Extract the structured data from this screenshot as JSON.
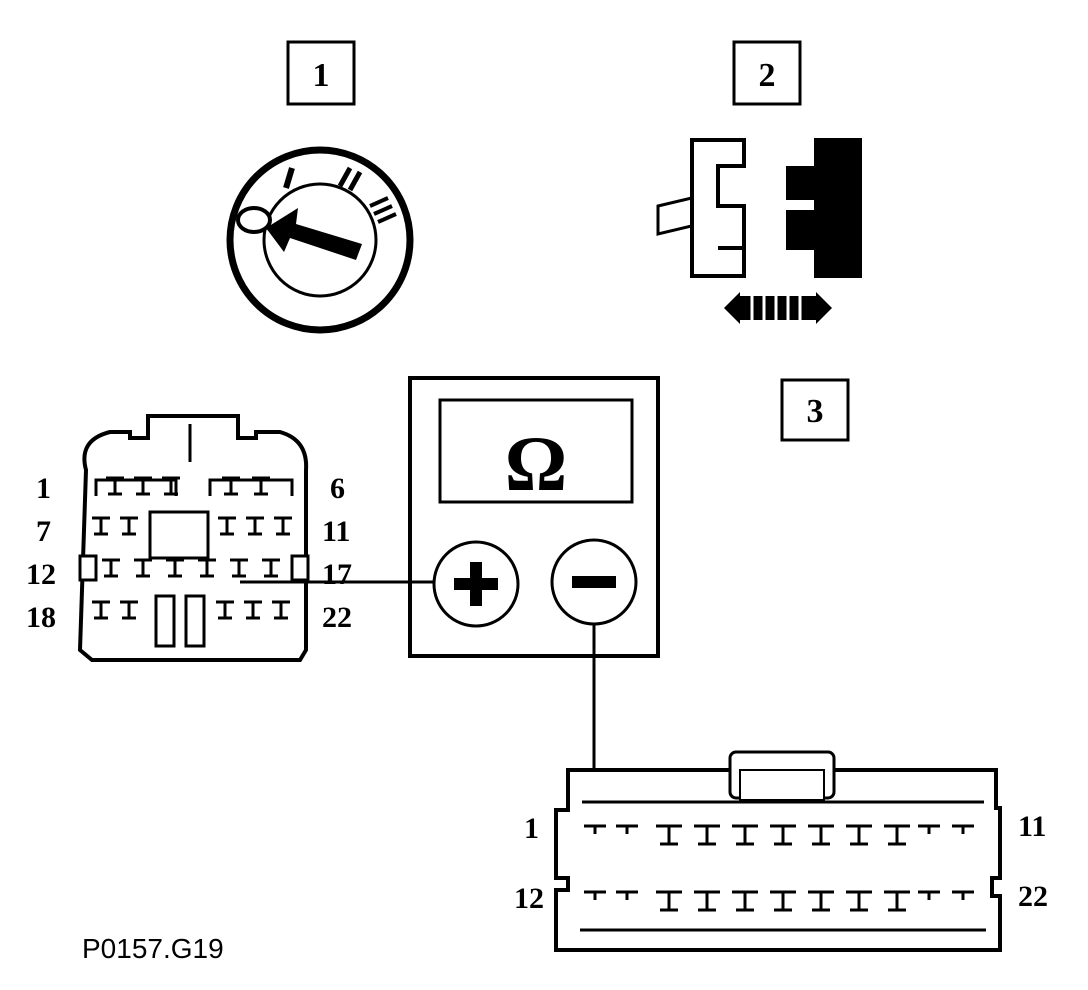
{
  "steps": {
    "step1": "1",
    "step2": "2",
    "step3": "3"
  },
  "meter": {
    "symbol": "Ω",
    "plus": "+",
    "minus": "−"
  },
  "connector_a": {
    "pin_1": "1",
    "pin_6": "6",
    "pin_7": "7",
    "pin_11": "11",
    "pin_12": "12",
    "pin_17": "17",
    "pin_18": "18",
    "pin_22": "22"
  },
  "connector_b": {
    "pin_1": "1",
    "pin_11": "11",
    "pin_12": "12",
    "pin_22": "22"
  },
  "figure_ref": "P0157.G19",
  "icons": {
    "ignition": "ignition-switch-icon",
    "disconnect": "connector-disconnect-icon"
  }
}
